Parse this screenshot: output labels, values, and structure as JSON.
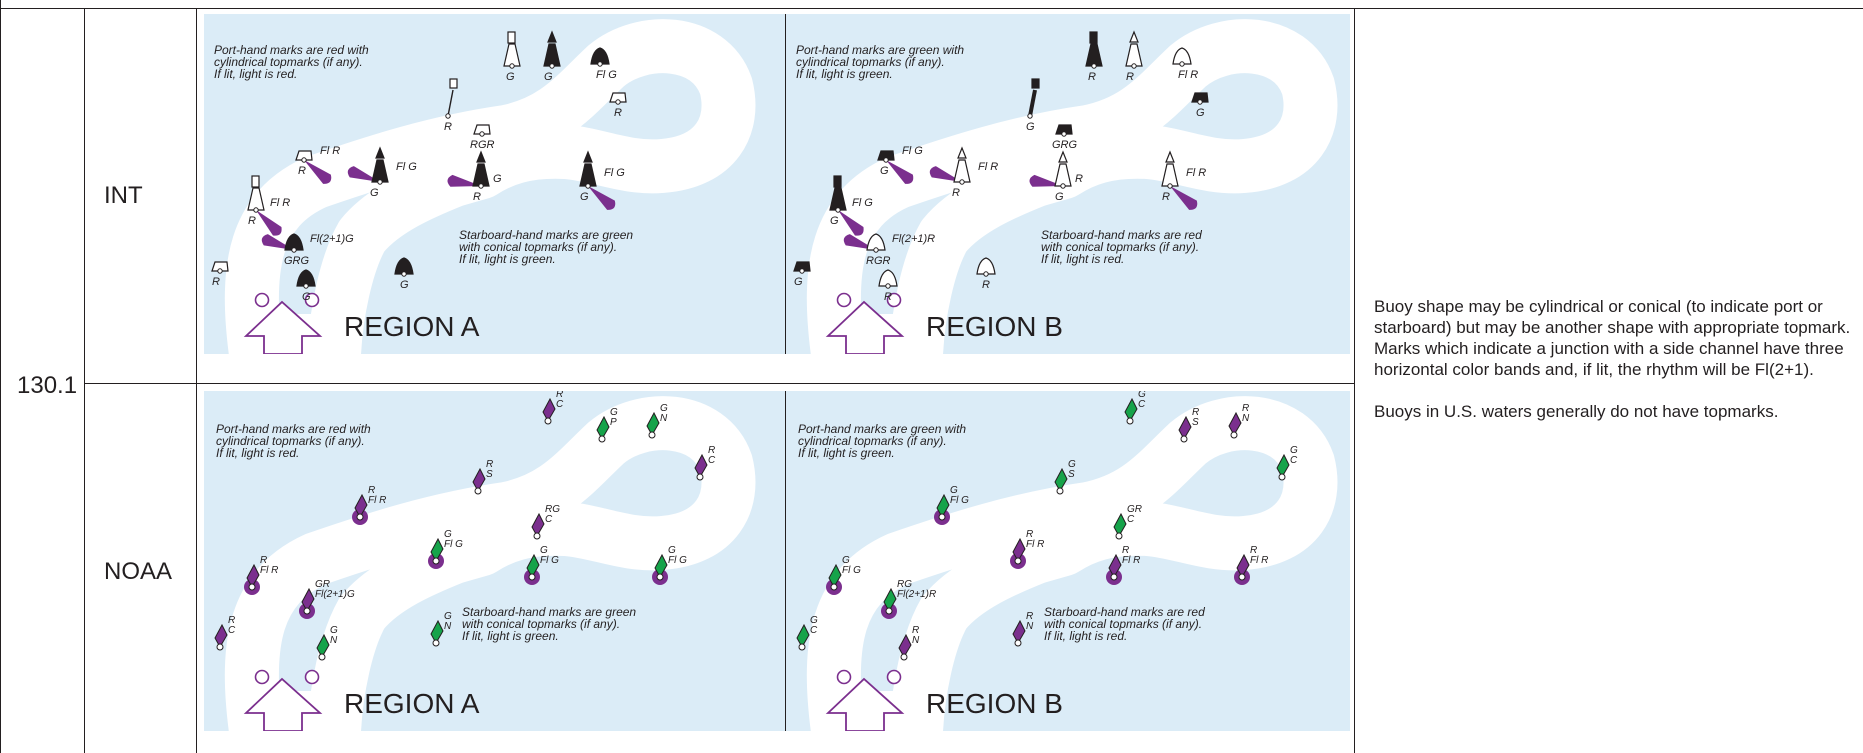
{
  "row": {
    "code": "130.1",
    "int_label": "INT",
    "noaa_label": "NOAA",
    "description": [
      "Buoy shape may be cylindrical or conical (to indicate port or starboard) but may be another shape with appropriate topmark. Marks which indicate a junction with a side channel have three horizontal color bands and, if lit, the rhythm will be Fl(2+1).",
      "Buoys in U.S. waters generally do not have topmarks."
    ]
  },
  "colors": {
    "water": "#dbecf7",
    "channel": "#ffffff",
    "purple": "#7b2f8e",
    "green": "#16a34a",
    "black": "#231f20"
  },
  "panels": {
    "int_a": {
      "region": "REGION A",
      "note_port": [
        "Port-hand marks are red with",
        "cylindrical topmarks (if any).",
        "If lit, light is red."
      ],
      "note_starboard": [
        "Starboard-hand marks are green",
        "with conical topmarks (if any).",
        "If lit, light is green."
      ],
      "labels": [
        "R",
        "Fl R",
        "R",
        "Fl R",
        "Fl(2+1)G",
        "GRG",
        "R",
        "G",
        "Fl G",
        "G",
        "G",
        "R",
        "RGR",
        "R",
        "G",
        "G",
        "Fl G",
        "G",
        "Fl G",
        "G",
        "R"
      ]
    },
    "int_b": {
      "region": "REGION B",
      "note_port": [
        "Port-hand marks are green with",
        "cylindrical topmarks (if any).",
        "If lit, light is green."
      ],
      "note_starboard": [
        "Starboard-hand marks are red",
        "with conical topmarks (if any).",
        "If lit, light is red."
      ],
      "labels": [
        "G",
        "Fl G",
        "G",
        "Fl G",
        "Fl(2+1)R",
        "RGR",
        "G",
        "R",
        "Fl R",
        "R",
        "R",
        "G",
        "GRG",
        "G",
        "R",
        "R",
        "Fl R",
        "R",
        "Fl R",
        "R",
        "G"
      ]
    },
    "noaa_a": {
      "region": "REGION A",
      "note_port": [
        "Port-hand marks are red with",
        "cylindrical topmarks (if any).",
        "If lit, light is red."
      ],
      "note_starboard": [
        "Starboard-hand marks are green",
        "with conical topmarks (if any).",
        "If lit, light is green."
      ],
      "labels": [
        "R",
        "C",
        "R",
        "Fl R",
        "R",
        "Fl R",
        "GR",
        "Fl(2+1)G",
        "G",
        "N",
        "G",
        "Fl G",
        "G",
        "N",
        "R",
        "S",
        "RG",
        "C",
        "G",
        "Fl G",
        "G",
        "Fl G",
        "R",
        "C",
        "G",
        "P",
        "G",
        "N",
        "R",
        "C"
      ]
    },
    "noaa_b": {
      "region": "REGION B",
      "note_port": [
        "Port-hand marks are green with",
        "cylindrical topmarks (if any).",
        "If lit, light is green."
      ],
      "note_starboard": [
        "Starboard-hand marks are red",
        "with conical topmarks (if any).",
        "If lit, light is red."
      ],
      "labels": [
        "G",
        "C",
        "G",
        "Fl G",
        "G",
        "Fl G",
        "RG",
        "Fl(2+1)R",
        "R",
        "N",
        "R",
        "Fl R",
        "R",
        "N",
        "G",
        "S",
        "GR",
        "C",
        "R",
        "Fl R",
        "R",
        "Fl R",
        "G",
        "C",
        "R",
        "S",
        "R",
        "N",
        "G",
        "C"
      ]
    }
  }
}
